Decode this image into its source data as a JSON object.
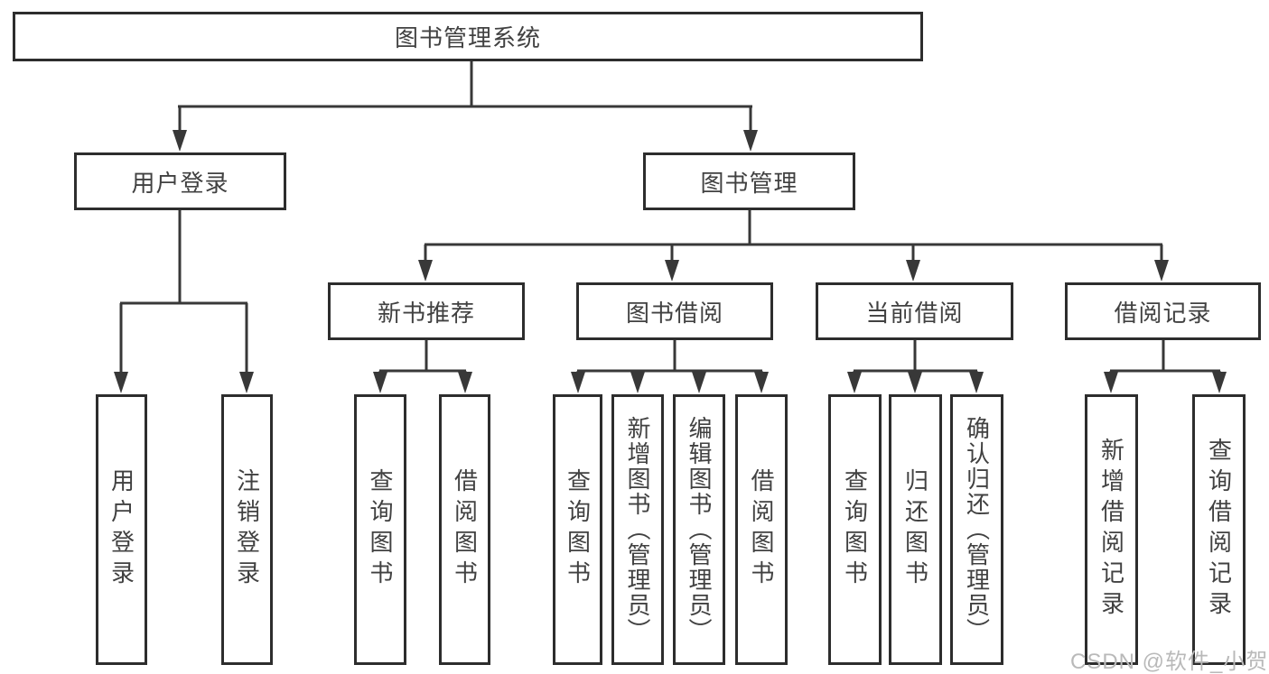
{
  "colors": {
    "line": "#383838",
    "box_border": "#2d2d2d",
    "text": "#414141",
    "watermark": "#b9b9b9",
    "background": "#ffffff"
  },
  "watermark": "CSDN @软件_小贺同学",
  "tree": {
    "root": "图书管理系统",
    "children": [
      {
        "label": "用户登录",
        "children": [
          "用户登录",
          "注销登录"
        ]
      },
      {
        "label": "图书管理",
        "children": [
          {
            "label": "新书推荐",
            "children": [
              "查询图书",
              "借阅图书"
            ]
          },
          {
            "label": "图书借阅",
            "children": [
              "查询图书",
              "新增图书（管理员）",
              "编辑图书（管理员）",
              "借阅图书"
            ]
          },
          {
            "label": "当前借阅",
            "children": [
              "查询图书",
              "归还图书",
              "确认归还（管理员）"
            ]
          },
          {
            "label": "借阅记录",
            "children": [
              "新增借阅记录",
              "查询借阅记录"
            ]
          }
        ]
      }
    ]
  }
}
